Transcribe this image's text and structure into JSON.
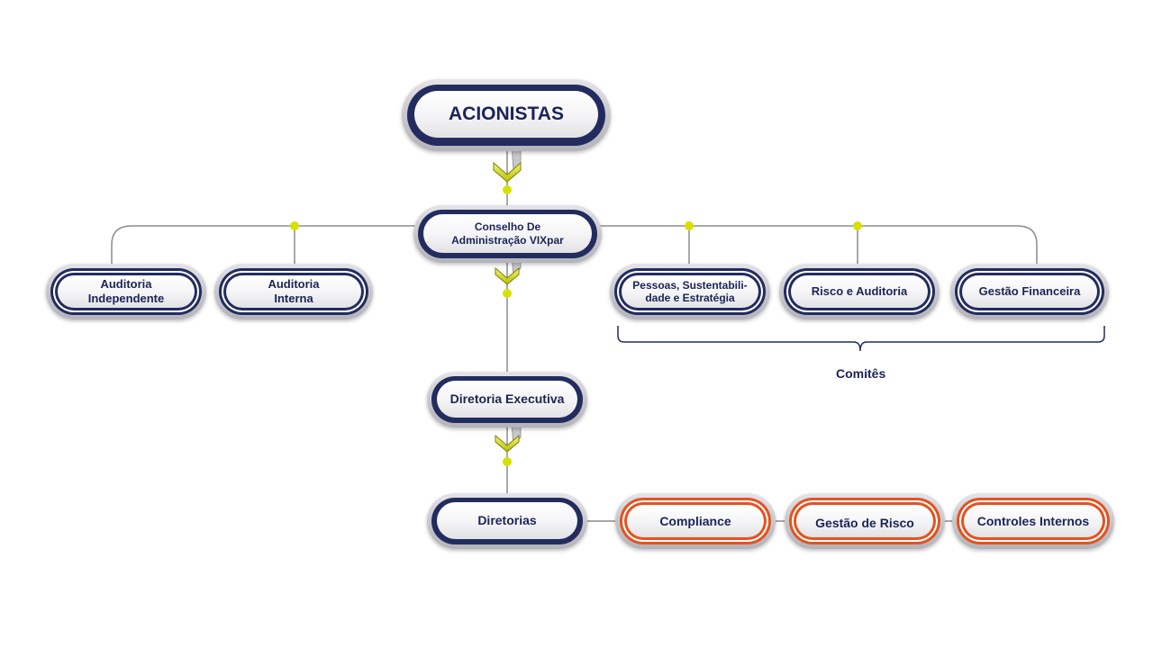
{
  "nodes": {
    "acionistas": "ACIONISTAS",
    "conselho": "Conselho De Administração VIXpar",
    "auditoria_independente": "Auditoria Independente",
    "auditoria_interna": "Auditoria Interna",
    "pessoas": "Pessoas, Sustentabili-dade e Estratégia",
    "risco_auditoria": "Risco e Auditoria",
    "gestao_financeira": "Gestão Financeira",
    "diretoria_executiva": "Diretoria Executiva",
    "diretorias": "Diretorias",
    "compliance": "Compliance",
    "gestao_risco": "Gestão de Risco",
    "controles_internos": "Controles Internos"
  },
  "labels": {
    "comites": "Comitês"
  },
  "colors": {
    "navy": "#232c5e",
    "orange": "#e3531f",
    "connector": "#8c8c90",
    "accent_dot": "#d8e000",
    "arrow_yellow": "#d2d800"
  }
}
